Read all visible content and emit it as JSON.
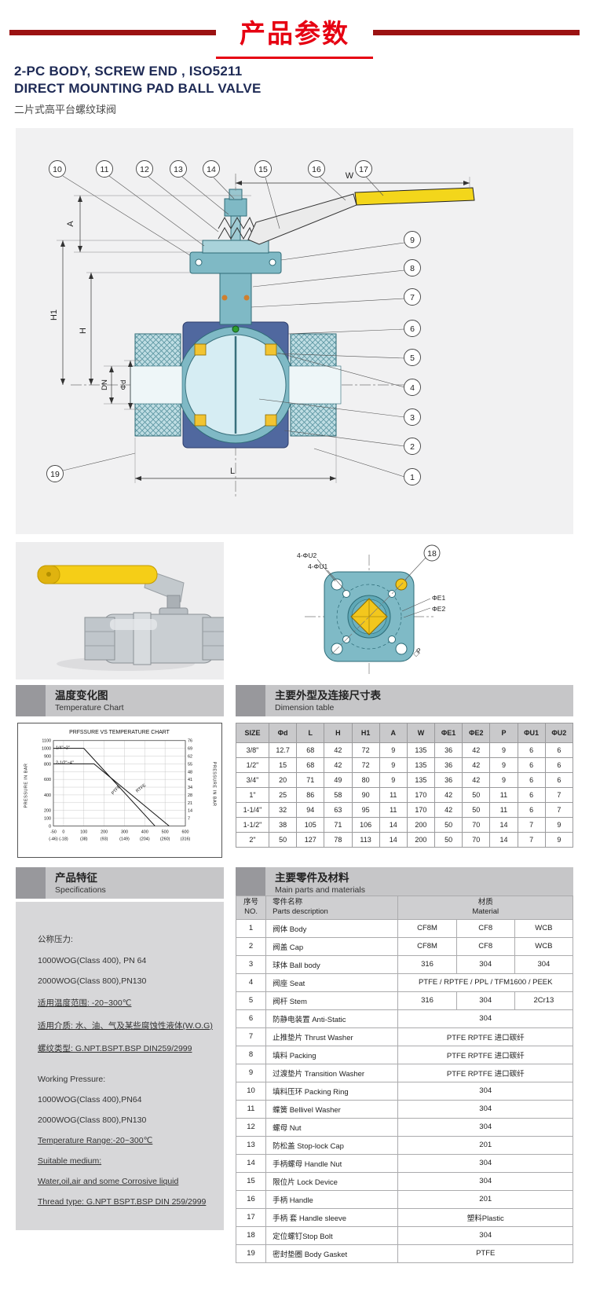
{
  "banner": {
    "title": "产品参数",
    "accent_color": "#e60012",
    "bar_color": "#9b1212"
  },
  "product_title": {
    "line1": "2-PC BODY, SCREW END , ISO5211",
    "line2": "DIRECT MOUNTING PAD BALL VALVE",
    "line3": "二片式高平台螺纹球阀"
  },
  "diagram": {
    "callouts_top": [
      "10",
      "11",
      "12",
      "13",
      "14",
      "15",
      "16",
      "17"
    ],
    "callouts_right": [
      "9",
      "8",
      "7",
      "6",
      "5",
      "4",
      "3",
      "2",
      "1"
    ],
    "callout_bottom_left": "19",
    "dims": {
      "w": "W",
      "a": "A",
      "h1": "H1",
      "h": "H",
      "dn": "DN",
      "phid": "Φd",
      "l": "L"
    }
  },
  "pad_diagram": {
    "labels": {
      "u2": "4-ΦU2",
      "u1": "4-ΦU1",
      "e1": "ΦE1",
      "e2": "ΦE2",
      "p": "□P"
    },
    "callout": "18"
  },
  "section_headers": {
    "temperature": {
      "zh": "温度变化图",
      "en": "Temperature Chart"
    },
    "dimension": {
      "zh": "主要外型及连接尺寸表",
      "en": "Dimension table"
    },
    "specs": {
      "zh": "产品特征",
      "en": "Specifications"
    },
    "parts": {
      "zh": "主要零件及材料",
      "en": "Main parts and materials"
    }
  },
  "chart_data": {
    "type": "line",
    "title": "PRFSSURE VS TEMPERATURE CHART",
    "ylabel_left": "PRESSURE IN BAR",
    "ylabel_right": "PRESSURE IN BAR",
    "yticks_left": [
      1100,
      1000,
      900,
      800,
      600,
      400,
      200,
      100,
      0
    ],
    "yticks_right": [
      76,
      69,
      62,
      55,
      48,
      41,
      34,
      28,
      21,
      14,
      7
    ],
    "xticks_f": [
      "-50",
      "0",
      "100",
      "200",
      "300",
      "400",
      "500",
      "600"
    ],
    "xticks_c": [
      "(-46)",
      "(-18)",
      "(38)",
      "(93)",
      "(149)",
      "(204)",
      "(260)",
      "(316)"
    ],
    "x_range_f": [
      -50,
      600
    ],
    "y_range_psi": [
      0,
      1100
    ],
    "curve_labels": [
      "1/4\"~2\"",
      "2-1/2\"~4\"",
      "RTFE",
      "PTFE"
    ],
    "series": [
      {
        "name": "1/4\"~2\"",
        "points": [
          [
            -50,
            1000
          ],
          [
            100,
            1000
          ],
          [
            450,
            0
          ]
        ]
      },
      {
        "name": "2-1/2\"~4\"",
        "points": [
          [
            -50,
            800
          ],
          [
            150,
            800
          ],
          [
            520,
            0
          ]
        ]
      }
    ],
    "grid": true,
    "legend_position": "none"
  },
  "dimension_table": {
    "columns": [
      "SIZE",
      "Φd",
      "L",
      "H",
      "H1",
      "A",
      "W",
      "ΦE1",
      "ΦE2",
      "P",
      "ΦU1",
      "ΦU2"
    ],
    "rows": [
      [
        "3/8\"",
        "12.7",
        "68",
        "42",
        "72",
        "9",
        "135",
        "36",
        "42",
        "9",
        "6",
        "6"
      ],
      [
        "1/2\"",
        "15",
        "68",
        "42",
        "72",
        "9",
        "135",
        "36",
        "42",
        "9",
        "6",
        "6"
      ],
      [
        "3/4\"",
        "20",
        "71",
        "49",
        "80",
        "9",
        "135",
        "36",
        "42",
        "9",
        "6",
        "6"
      ],
      [
        "1\"",
        "25",
        "86",
        "58",
        "90",
        "11",
        "170",
        "42",
        "50",
        "11",
        "6",
        "7"
      ],
      [
        "1-1/4\"",
        "32",
        "94",
        "63",
        "95",
        "11",
        "170",
        "42",
        "50",
        "11",
        "6",
        "7"
      ],
      [
        "1-1/2\"",
        "38",
        "105",
        "71",
        "106",
        "14",
        "200",
        "50",
        "70",
        "14",
        "7",
        "9"
      ],
      [
        "2\"",
        "50",
        "127",
        "78",
        "113",
        "14",
        "200",
        "50",
        "70",
        "14",
        "7",
        "9"
      ]
    ]
  },
  "specifications": {
    "lines": [
      {
        "text": "公称压力:",
        "u": false,
        "gap": false
      },
      {
        "text": "1000WOG(Class 400), PN 64",
        "u": false,
        "gap": false
      },
      {
        "text": "2000WOG(Class 800),PN130",
        "u": false,
        "gap": false
      },
      {
        "text": "适用温度范围: -20~300℃",
        "u": true,
        "gap": false
      },
      {
        "text": "适用介质: 水、油、气及某些腐蚀性液体(W.O.G)",
        "u": true,
        "gap": false
      },
      {
        "text": "螺纹类型: G.NPT.BSPT.BSP DIN259/2999",
        "u": true,
        "gap": false
      },
      {
        "text": "Working Pressure:",
        "u": false,
        "gap": true
      },
      {
        "text": "1000WOG(Class 400),PN64",
        "u": false,
        "gap": false
      },
      {
        "text": "2000WOG(Class 800),PN130",
        "u": false,
        "gap": false
      },
      {
        "text": "Temperature Range:-20~300℃",
        "u": true,
        "gap": false
      },
      {
        "text": "Suitable medium:",
        "u": true,
        "gap": false
      },
      {
        "text": "Water,oil,air and some Corrosive liquid",
        "u": true,
        "gap": false
      },
      {
        "text": "Thread type: G.NPT BSPT.BSP DIN 259/2999",
        "u": true,
        "gap": false
      }
    ]
  },
  "parts_table": {
    "header": {
      "no_zh": "序号",
      "no_en": "NO.",
      "name_zh": "零件名称",
      "name_en": "Parts  description",
      "mat_zh": "材质",
      "mat_en": "Material"
    },
    "rows": [
      {
        "no": "1",
        "name": "阀体 Body",
        "materials": [
          "CF8M",
          "CF8",
          "WCB"
        ]
      },
      {
        "no": "2",
        "name": "阀盖 Cap",
        "materials": [
          "CF8M",
          "CF8",
          "WCB"
        ]
      },
      {
        "no": "3",
        "name": "球体 Ball body",
        "materials": [
          "316",
          "304",
          "304"
        ]
      },
      {
        "no": "4",
        "name": "阀座 Seat",
        "span": "PTFE / RPTFE / PPL / TFM1600 / PEEK"
      },
      {
        "no": "5",
        "name": "阀杆 Stem",
        "materials": [
          "316",
          "304",
          "2Cr13"
        ]
      },
      {
        "no": "6",
        "name": "防静电装置 Anti-Static",
        "span": "304"
      },
      {
        "no": "7",
        "name": "止推垫片 Thrust Washer",
        "span": "PTFE RPTFE 进口碳纤"
      },
      {
        "no": "8",
        "name": "填料 Packing",
        "span": "PTFE RPTFE 进口碳纤"
      },
      {
        "no": "9",
        "name": "过渡垫片 Transition Washer",
        "span": "PTFE RPTFE 进口碳纤"
      },
      {
        "no": "10",
        "name": "填料压环 Packing Ring",
        "span": "304"
      },
      {
        "no": "11",
        "name": "蝶簧 Bellivel Washer",
        "span": "304"
      },
      {
        "no": "12",
        "name": "螺母 Nut",
        "span": "304"
      },
      {
        "no": "13",
        "name": "防松盖 Stop-lock Cap",
        "span": "201"
      },
      {
        "no": "14",
        "name": "手柄螺母 Handle Nut",
        "span": "304"
      },
      {
        "no": "15",
        "name": "限位片 Lock Device",
        "span": "304"
      },
      {
        "no": "16",
        "name": "手柄 Handle",
        "span": "201"
      },
      {
        "no": "17",
        "name": "手柄 套 Handle sleeve",
        "span": "塑料Plastic"
      },
      {
        "no": "18",
        "name": "定位螺钉Stop Bolt",
        "span": "304"
      },
      {
        "no": "19",
        "name": "密封垫圈 Body Gasket",
        "span": "PTFE"
      }
    ]
  }
}
